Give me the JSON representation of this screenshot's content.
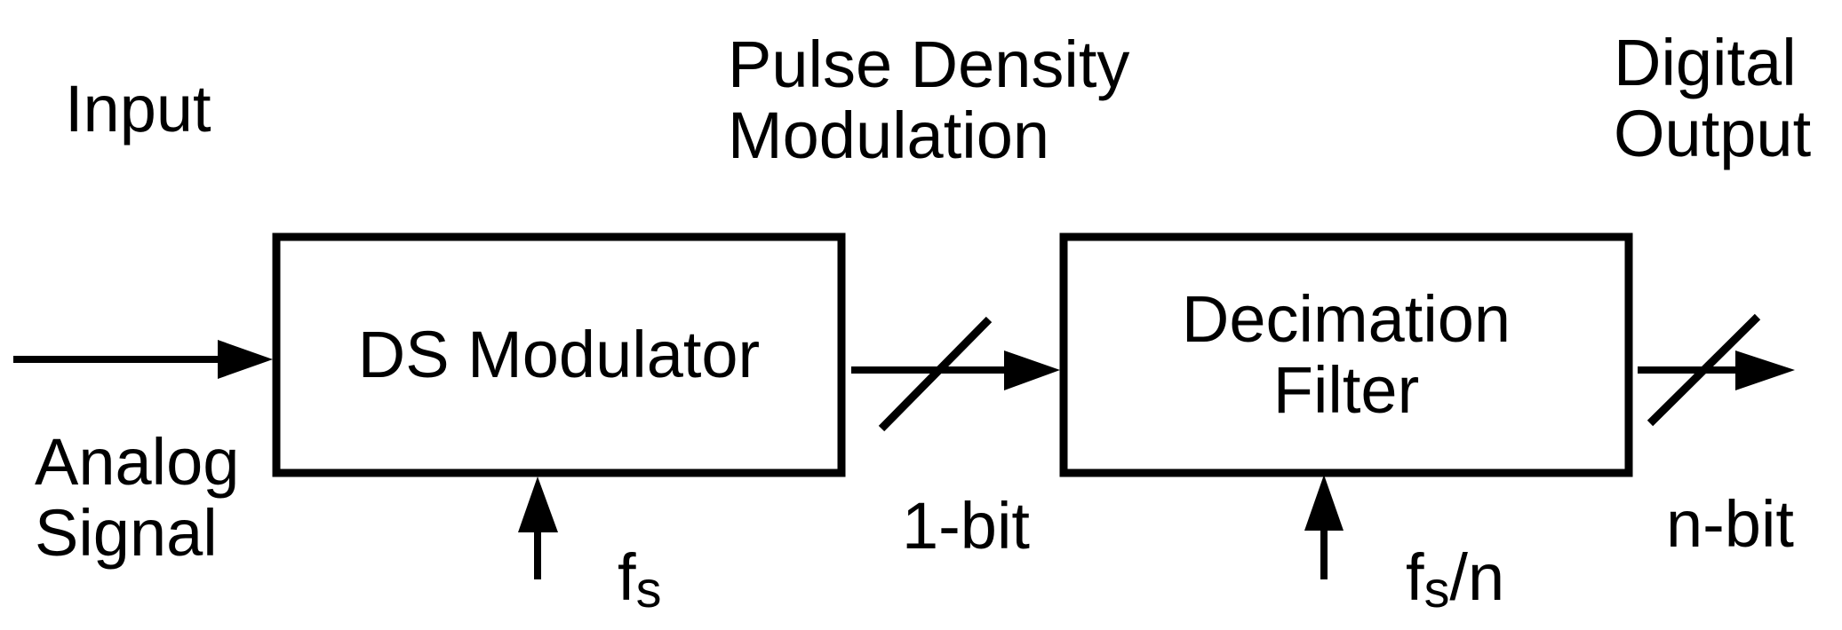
{
  "diagram": {
    "background": "#ffffff",
    "foreground": "#000000",
    "input": {
      "title": "Input",
      "signal_line1": "Analog",
      "signal_line2": "Signal"
    },
    "pdm": {
      "line1": "Pulse Density",
      "line2": "Modulation",
      "bus_width": "1-bit"
    },
    "output": {
      "line1": "Digital",
      "line2": "Output",
      "bus_width": "n-bit"
    },
    "blocks": {
      "modulator": {
        "label": "DS Modulator"
      },
      "decimation": {
        "line1": "Decimation",
        "line2": "Filter"
      }
    },
    "clocks": {
      "fs": {
        "base": "f",
        "sub": "s"
      },
      "fs_n": {
        "base": "f",
        "sub": "s",
        "suffix": "/n"
      }
    }
  }
}
